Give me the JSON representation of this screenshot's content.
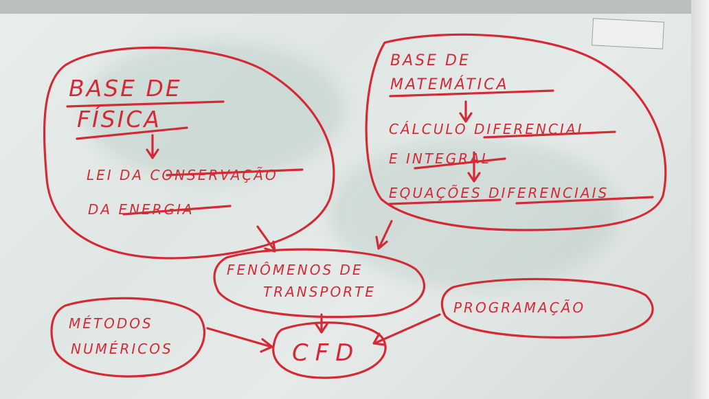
{
  "nodes": {
    "fisica": {
      "line1": "BASE DE",
      "line2": "FÍSICA"
    },
    "lei": {
      "line1": "LEI DA CONSERVAÇÃO",
      "line2": "DA ENERGIA"
    },
    "matematica": {
      "line1": "BASE DE",
      "line2": "MATEMÁTICA"
    },
    "calculo": {
      "line1": "CÁLCULO DIFERENCIAL",
      "line2": "E INTEGRAL"
    },
    "equacoes": {
      "label": "EQUAÇÕES DIFERENCIAIS"
    },
    "fenomenos": {
      "line1": "FENÔMENOS DE",
      "line2": "TRANSPORTE"
    },
    "metodos": {
      "line1": "MÉTODOS",
      "line2": "NUMÉRICOS"
    },
    "programacao": {
      "label": "PROGRAMAÇÃO"
    },
    "cfd": {
      "label": "CFD"
    }
  },
  "colors": {
    "marker": "#d42a36",
    "board": "#e6ebe9"
  }
}
